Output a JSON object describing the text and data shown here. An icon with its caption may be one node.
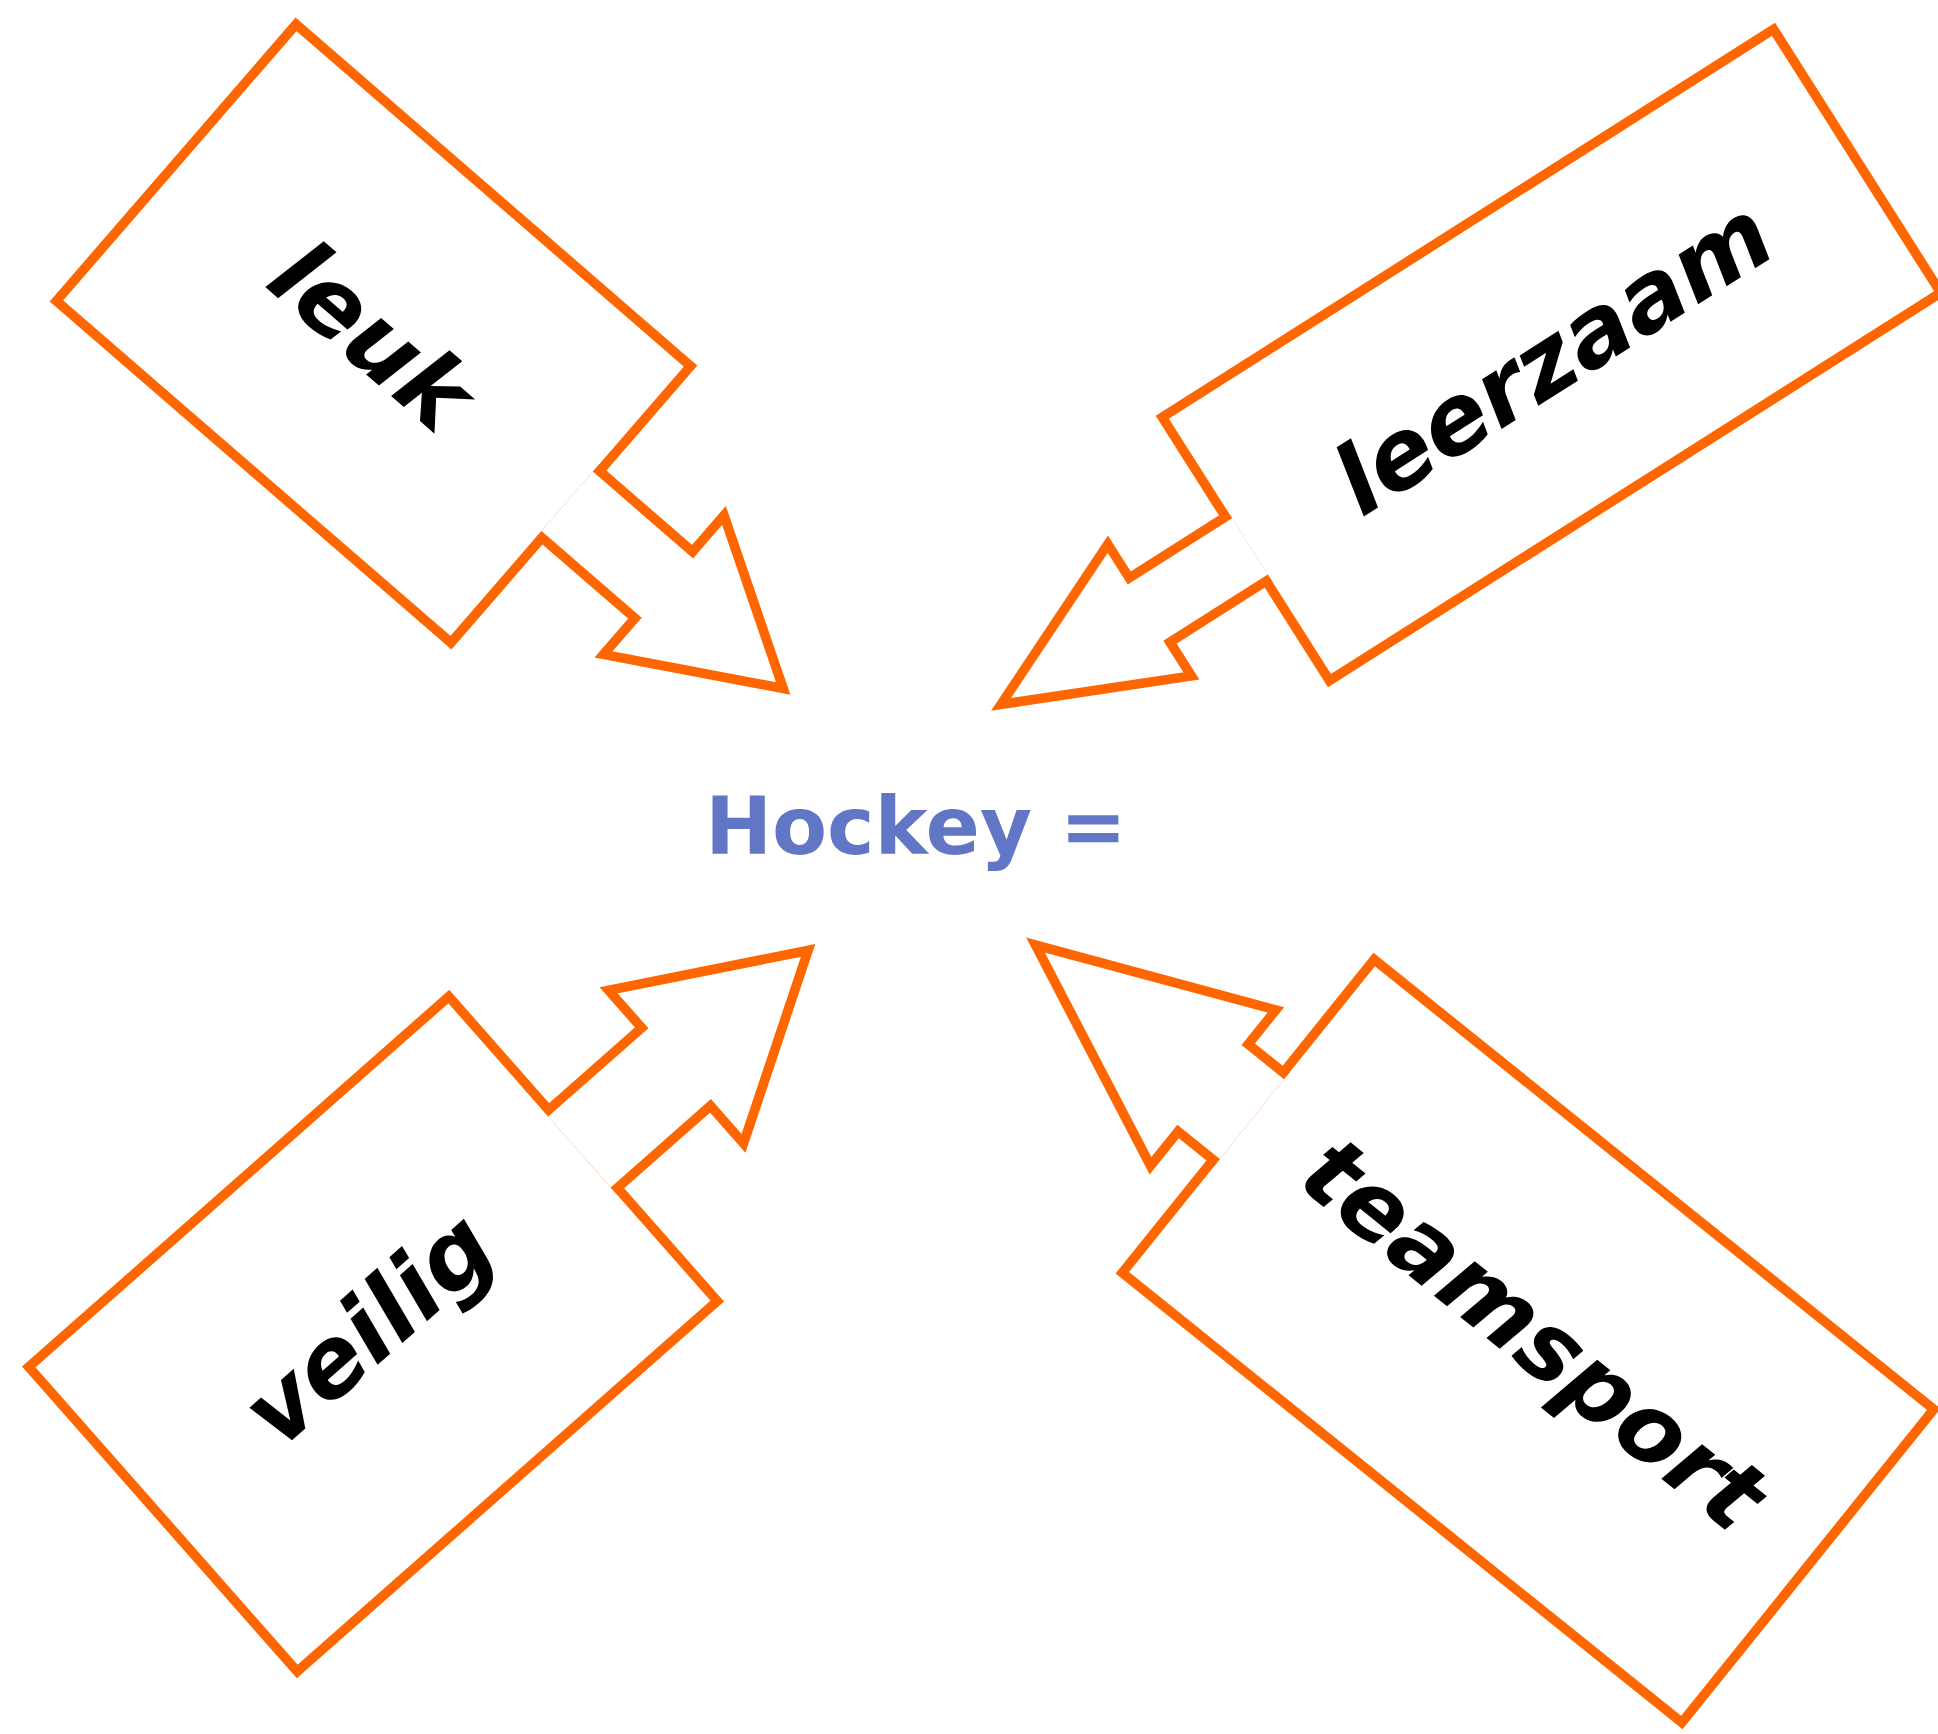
{
  "diagram": {
    "nodes": [
      {
        "text": [
          "Hockey ="
        ]
      },
      {
        "text": [
          "leuk"
        ]
      },
      {
        "text": [
          "leerzaam"
        ]
      },
      {
        "text": [
          "veilig"
        ]
      },
      {
        "text": [
          "teamsport"
        ]
      }
    ],
    "edges": [
      {
        "from": 1,
        "to": 0,
        "arrow": "to"
      },
      {
        "from": 2,
        "to": 0,
        "arrow": "to"
      },
      {
        "from": 3,
        "to": 0,
        "arrow": "to"
      },
      {
        "from": 4,
        "to": 0,
        "arrow": "to"
      }
    ]
  }
}
